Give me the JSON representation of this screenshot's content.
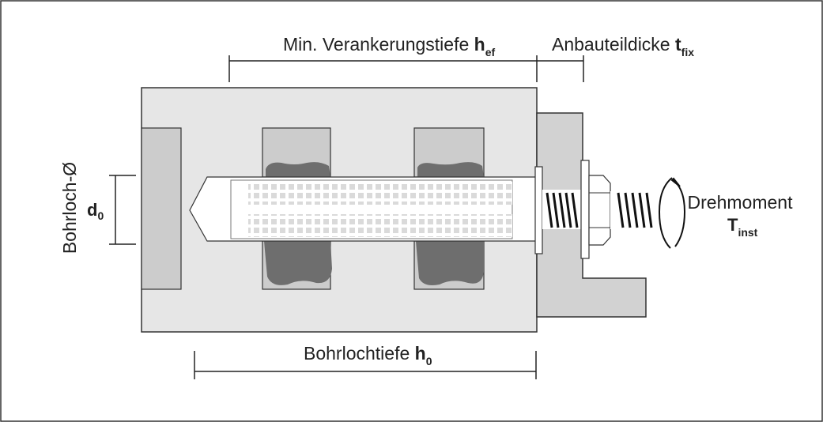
{
  "labels": {
    "embedment": {
      "text": "Min. Verankerungstiefe ",
      "symbol": "h",
      "subscript": "ef"
    },
    "fixture": {
      "text": "Anbauteildicke ",
      "symbol": "t",
      "subscript": "fix"
    },
    "drill_depth": {
      "text": "Bohrlochtiefe ",
      "symbol": "h",
      "subscript": "0"
    },
    "drill_diameter": {
      "text": "Bohrloch-Ø",
      "symbol": "d",
      "subscript": "0"
    },
    "torque": {
      "text": "Drehmoment",
      "symbol": "T",
      "subscript": "inst"
    }
  },
  "colors": {
    "base_material": "#e6e6e6",
    "anchor_sleeve": "#cccccc",
    "adhesive": "#6e6e6e",
    "fixture": "#d2d2d2",
    "outline": "#222222"
  }
}
